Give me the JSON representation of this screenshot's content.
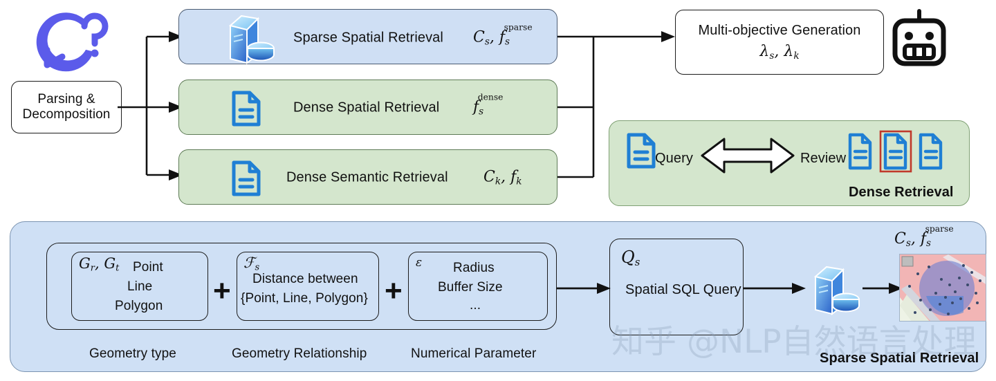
{
  "figure": {
    "title_logo": "speech-bubble-question-icon",
    "watermark": "知乎 @NLP自然语言处理"
  },
  "nodes": {
    "parsing": {
      "line1": "Parsing &",
      "line2": "Decomposition"
    },
    "sparse_spatial": {
      "label": "Sparse Spatial Retrieval",
      "math": "C_s, f_s^{sparse}",
      "icon": "database-server-icon"
    },
    "dense_spatial": {
      "label": "Dense Spatial Retrieval",
      "math": "f_s^{dense}",
      "icon": "document-icon"
    },
    "dense_semantic": {
      "label": "Dense Semantic Retrieval",
      "math": "C_k, f_k",
      "icon": "document-icon"
    },
    "generation": {
      "label": "Multi-objective Generation",
      "math": "\\lambda_s, \\lambda_k",
      "icon": "robot-icon"
    }
  },
  "dense_panel": {
    "query_label": "Query",
    "review_label": "Review",
    "caption": "Dense Retrieval",
    "arrow": "double-headed-arrow-icon",
    "doc_count": 3,
    "highlighted_doc_index": 1,
    "highlight_color": "#c0392b"
  },
  "sparse_panel": {
    "caption": "Sparse Spatial Retrieval",
    "math": "C_s, f_s^{sparse}",
    "groups": [
      {
        "symbol": "G_r, G_t",
        "lines": [
          "Point",
          "Line",
          "Polygon"
        ],
        "caption": "Geometry type"
      },
      {
        "symbol": "F_s",
        "lines": [
          "Distance between",
          "{Point, Line, Polygon}"
        ],
        "caption": "Geometry Relationship"
      },
      {
        "symbol": "\\epsilon",
        "lines": [
          "Radius",
          "Buffer Size",
          "..."
        ],
        "caption": "Numerical Parameter"
      }
    ],
    "plus_symbol": "+",
    "query_box": {
      "symbol": "Q_s",
      "label": "Spatial SQL Query"
    },
    "db_icon": "database-server-icon",
    "map_icon": "map-result-thumbnail"
  },
  "colors": {
    "blue_fill": "#cfdff4",
    "green_fill": "#d4e6cd",
    "panel_blue": "#cfe0f5",
    "doc_blue": "#1f7fd4",
    "logo_purple": "#5b5bea",
    "stroke": "#1b1b1b"
  }
}
